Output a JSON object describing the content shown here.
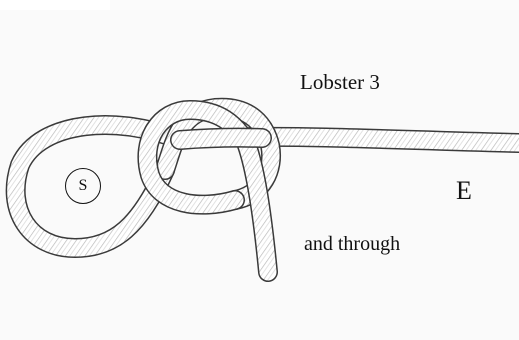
{
  "figure": {
    "title": "Lobster 3",
    "end_label": "E",
    "action_label": "and through",
    "standing_marker": "S"
  }
}
